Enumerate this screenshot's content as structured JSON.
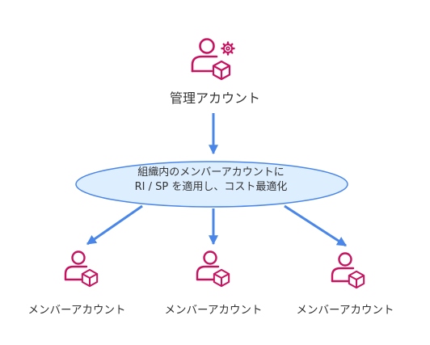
{
  "management": {
    "label": "管理アカウント",
    "icon": "admin-user-gear-box-icon"
  },
  "center": {
    "line1": "組織内のメンバーアカウントに",
    "line2": "RI / SP を適用し、コスト最適化"
  },
  "members": [
    {
      "label": "メンバーアカウント",
      "icon": "member-user-box-icon"
    },
    {
      "label": "メンバーアカウント",
      "icon": "member-user-box-icon"
    },
    {
      "label": "メンバーアカウント",
      "icon": "member-user-box-icon"
    }
  ],
  "colors": {
    "icon": "#c7135f",
    "arrow": "#4a86e8",
    "ellipse_fill": "#ddeeff",
    "ellipse_stroke": "#4a86e8"
  }
}
